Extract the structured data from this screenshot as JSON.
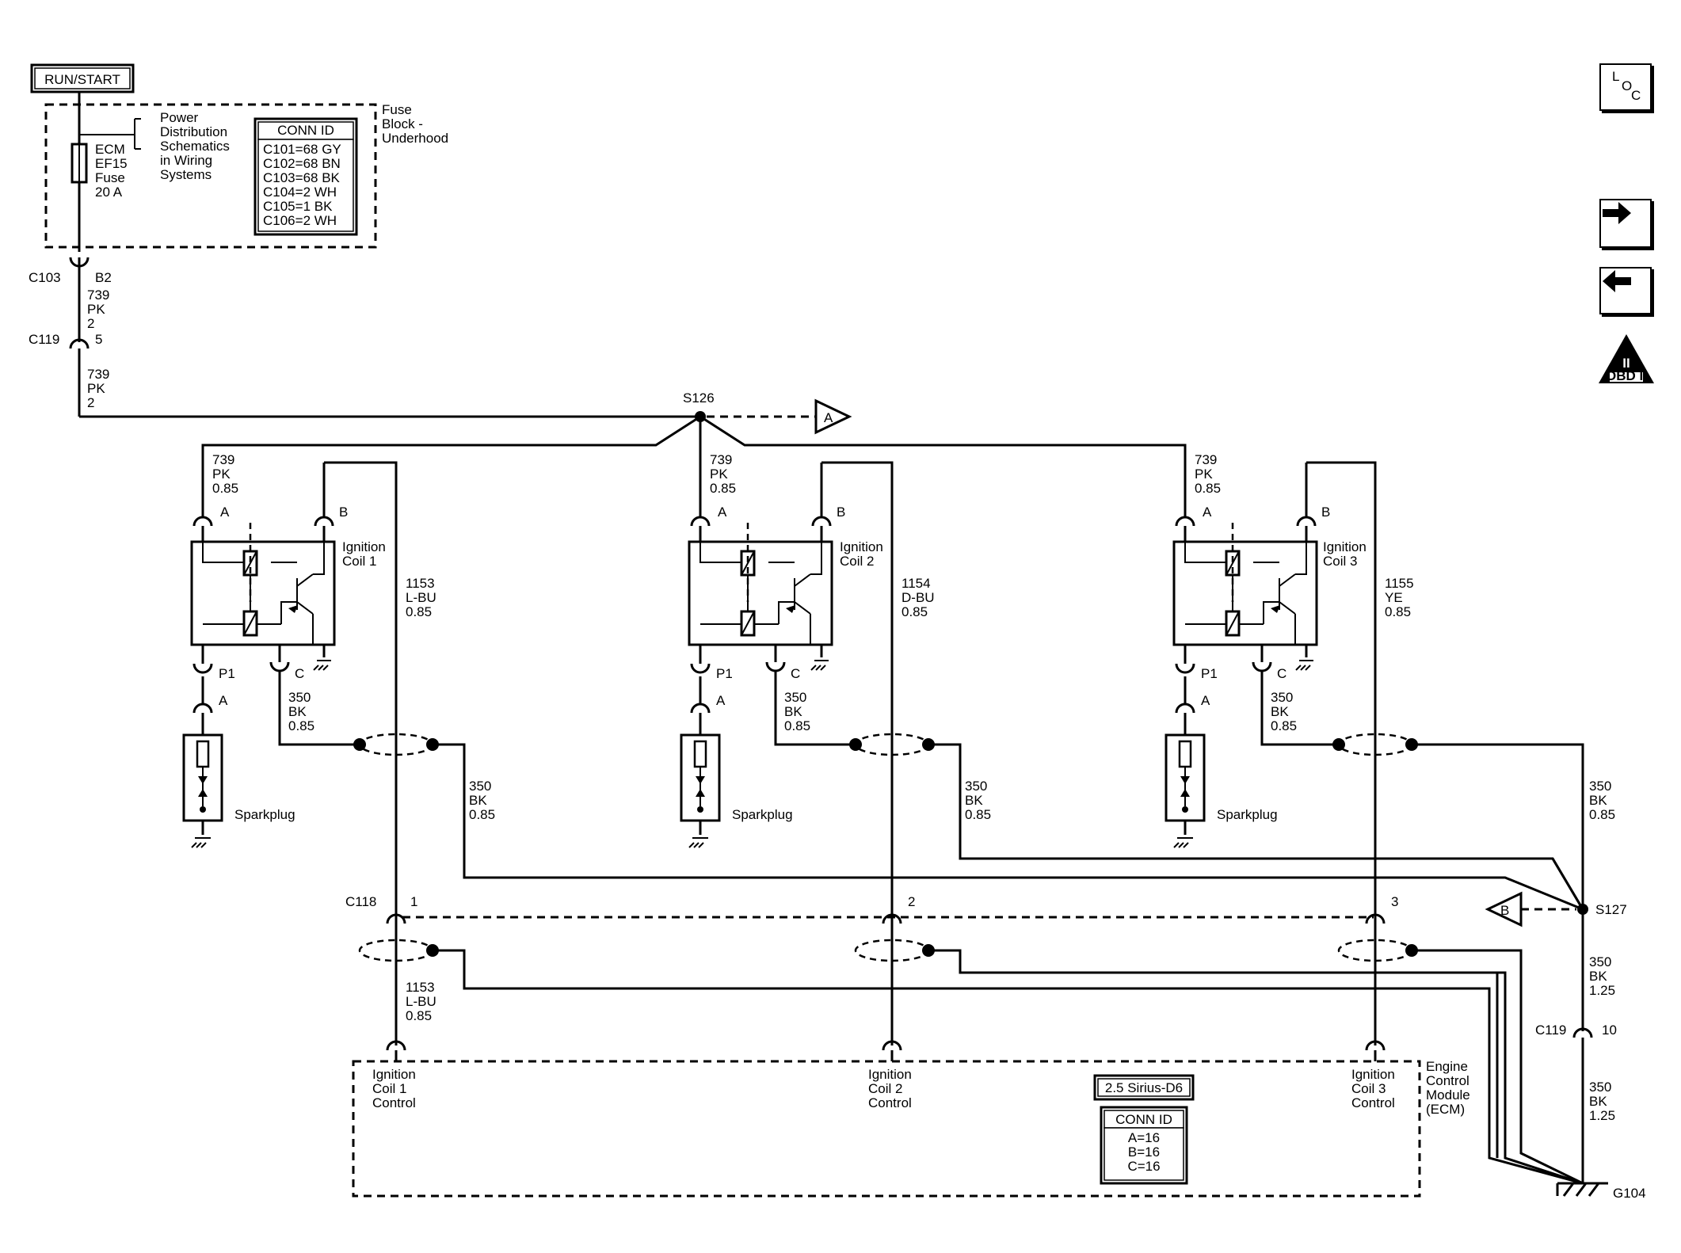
{
  "labels": {
    "run_start": "RUN/START",
    "fuse_block": [
      "Fuse",
      "Block -",
      "Underhood"
    ],
    "power_dist": [
      "Power",
      "Distribution",
      "Schematics",
      "in Wiring",
      "Systems"
    ],
    "fuse": [
      "ECM",
      "EF15",
      "Fuse",
      "20 A"
    ],
    "conn_id_title": "CONN ID",
    "conn_ids_top": [
      "C101=68 GY",
      "C102=68 BN",
      "C103=68 BK",
      "C104=2 WH",
      "C105=1 BK",
      "C106=2 WH"
    ],
    "c103": "C103",
    "b2": "B2",
    "wire_739_pk_2": [
      "739",
      "PK",
      "2"
    ],
    "c119": "C119",
    "c119_pin": "5",
    "s126": "S126",
    "s127": "S127",
    "offpage_a": "A",
    "offpage_b": "B",
    "wire_739_pk_085": [
      "739",
      "PK",
      "0.85"
    ],
    "pin_a": "A",
    "pin_b": "B",
    "pin_c": "C",
    "pin_p1": "P1",
    "coil1": [
      "Ignition",
      "Coil 1"
    ],
    "coil2": [
      "Ignition",
      "Coil 2"
    ],
    "coil3": [
      "Ignition",
      "Coil 3"
    ],
    "wire_1153": [
      "1153",
      "L-BU",
      "0.85"
    ],
    "wire_1154": [
      "1154",
      "D-BU",
      "0.85"
    ],
    "wire_1155": [
      "1155",
      "YE",
      "0.85"
    ],
    "wire_350_bk_085": [
      "350",
      "BK",
      "0.85"
    ],
    "wire_350_bk_125": [
      "350",
      "BK",
      "1.25"
    ],
    "sparkplug": "Sparkplug",
    "c118": "C118",
    "c118_pins": [
      "1",
      "2",
      "3"
    ],
    "c119_10": "C119",
    "pin_10": "10",
    "ecm_coil1": [
      "Ignition",
      "Coil 1",
      "Control"
    ],
    "ecm_coil2": [
      "Ignition",
      "Coil 2",
      "Control"
    ],
    "ecm_coil3": [
      "Ignition",
      "Coil 3",
      "Control"
    ],
    "ecm_name": [
      "Engine",
      "Control",
      "Module",
      "(ECM)"
    ],
    "engine": "2.5 Sirius-D6",
    "conn_id_ecm": [
      "A=16",
      "B=16",
      "C=16"
    ],
    "g104": "G104",
    "loc_icon": [
      "L",
      "O",
      "C"
    ],
    "obd": [
      "II",
      "OBD II"
    ]
  }
}
